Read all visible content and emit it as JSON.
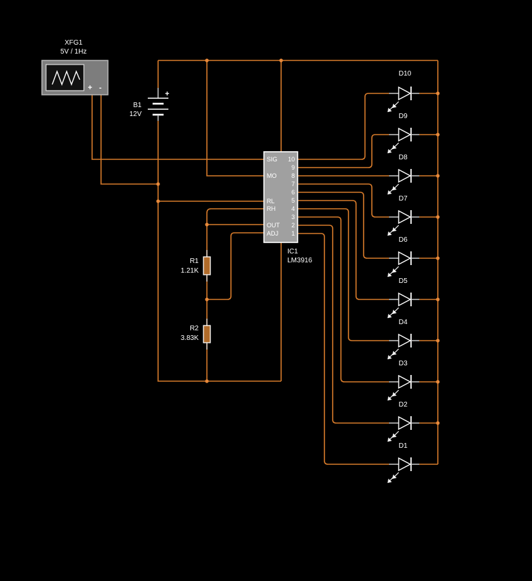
{
  "generator": {
    "ref": "XFG1",
    "value": "5V / 1Hz",
    "plus": "+",
    "minus": "-"
  },
  "battery": {
    "ref": "B1",
    "value": "12V",
    "plus": "+"
  },
  "ic": {
    "ref": "IC1",
    "part": "LM3916",
    "left_pins": [
      "SIG",
      "MO",
      "RL",
      "RH",
      "OUT",
      "ADJ"
    ],
    "right_pins": [
      "10",
      "9",
      "8",
      "7",
      "6",
      "5",
      "4",
      "3",
      "2",
      "1"
    ]
  },
  "resistors": [
    {
      "ref": "R1",
      "value": "1.21K"
    },
    {
      "ref": "R2",
      "value": "3.83K"
    }
  ],
  "leds": [
    "D10",
    "D9",
    "D8",
    "D7",
    "D6",
    "D5",
    "D4",
    "D3",
    "D2",
    "D1"
  ],
  "colors": {
    "wire": "#d67a2a",
    "node": "#e8893a",
    "component": "#ffffff",
    "background": "#000000"
  }
}
